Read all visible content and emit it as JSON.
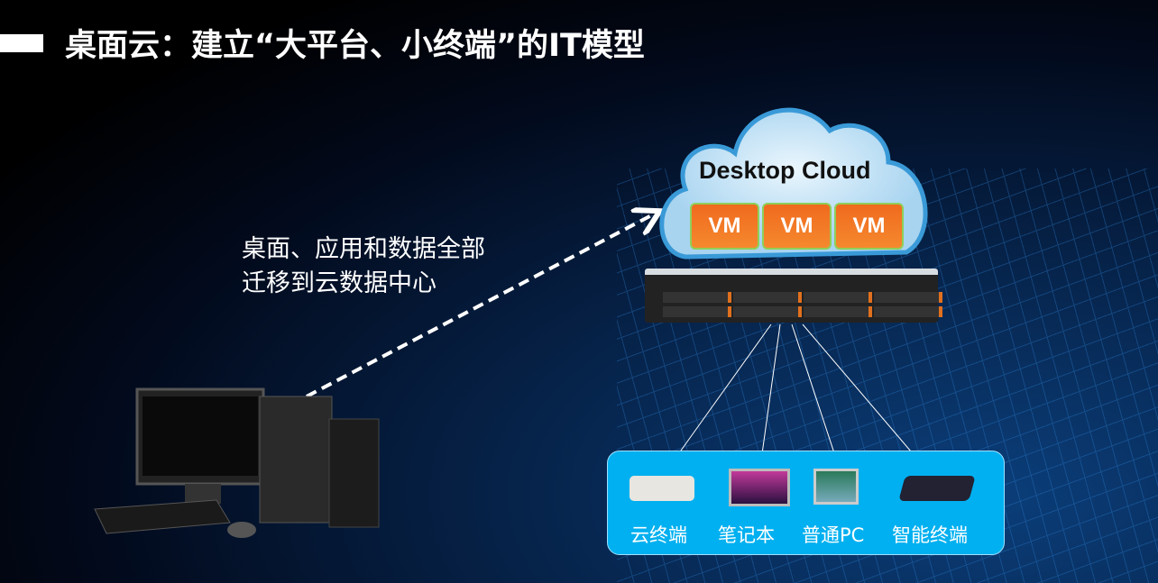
{
  "title": "桌面云：建立“大平台、小终端”的IT模型",
  "caption": {
    "line1": "桌面、应用和数据全部",
    "line2": "迁移到云数据中心"
  },
  "cloud": {
    "label": "Desktop Cloud",
    "vms": [
      "VM",
      "VM",
      "VM"
    ]
  },
  "devices": [
    "云终端",
    "笔记本",
    "普通PC",
    "智能终端"
  ]
}
